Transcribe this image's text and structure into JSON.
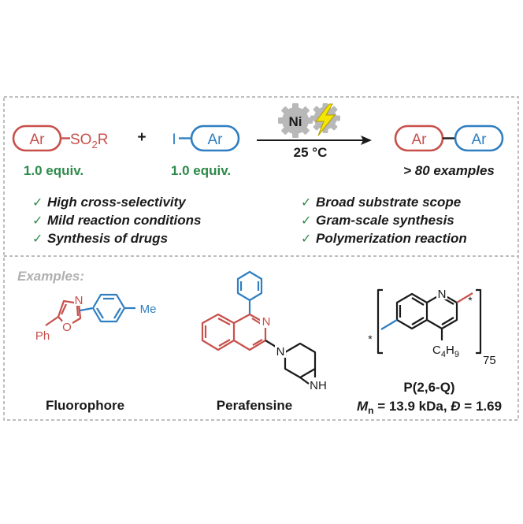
{
  "reaction": {
    "reactant1": {
      "ar": "Ar",
      "group_main": "SO",
      "group_sub": "2",
      "group_end": "R",
      "equiv": "1.0 equiv."
    },
    "plus": "+",
    "reactant2": {
      "halide": "I",
      "ar": "Ar",
      "equiv": "1.0 equiv."
    },
    "catalyst": "Ni",
    "condition": "25 °C",
    "product": {
      "ar1": "Ar",
      "ar2": "Ar",
      "scope": "> 80 examples"
    }
  },
  "features_left": [
    "High cross-selectivity",
    "Mild reaction conditions",
    "Synthesis of drugs"
  ],
  "features_right": [
    "Broad substrate scope",
    "Gram-scale synthesis",
    "Polymerization reaction"
  ],
  "check_mark": "✓",
  "examples": {
    "header": "Examples:",
    "fluorophore": {
      "name": "Fluorophore",
      "atom_N": "N",
      "atom_O": "O",
      "ph": "Ph",
      "me": "Me"
    },
    "perafensine": {
      "name": "Perafensine",
      "atom_N1": "N",
      "atom_N2": "N",
      "nh": "NH"
    },
    "polymer": {
      "atom_N": "N",
      "star": "*",
      "c4h9_c": "C",
      "c4h9_4": "4",
      "c4h9_h": "H",
      "c4h9_9": "9",
      "subscript_n": "75",
      "name": "P(2,6-Q)",
      "mn_symbol": "M",
      "mn_sub": "n",
      "mn_value": " = 13.9 kDa, ",
      "d_symbol": "Đ",
      "d_value": " = 1.69"
    }
  },
  "colors": {
    "red": "#c8504b",
    "blue": "#2f7fc1",
    "green": "#2e8a4a",
    "gray": "#b8b8b8",
    "dash": "#a8a8a8",
    "text": "#1a1a1a"
  }
}
